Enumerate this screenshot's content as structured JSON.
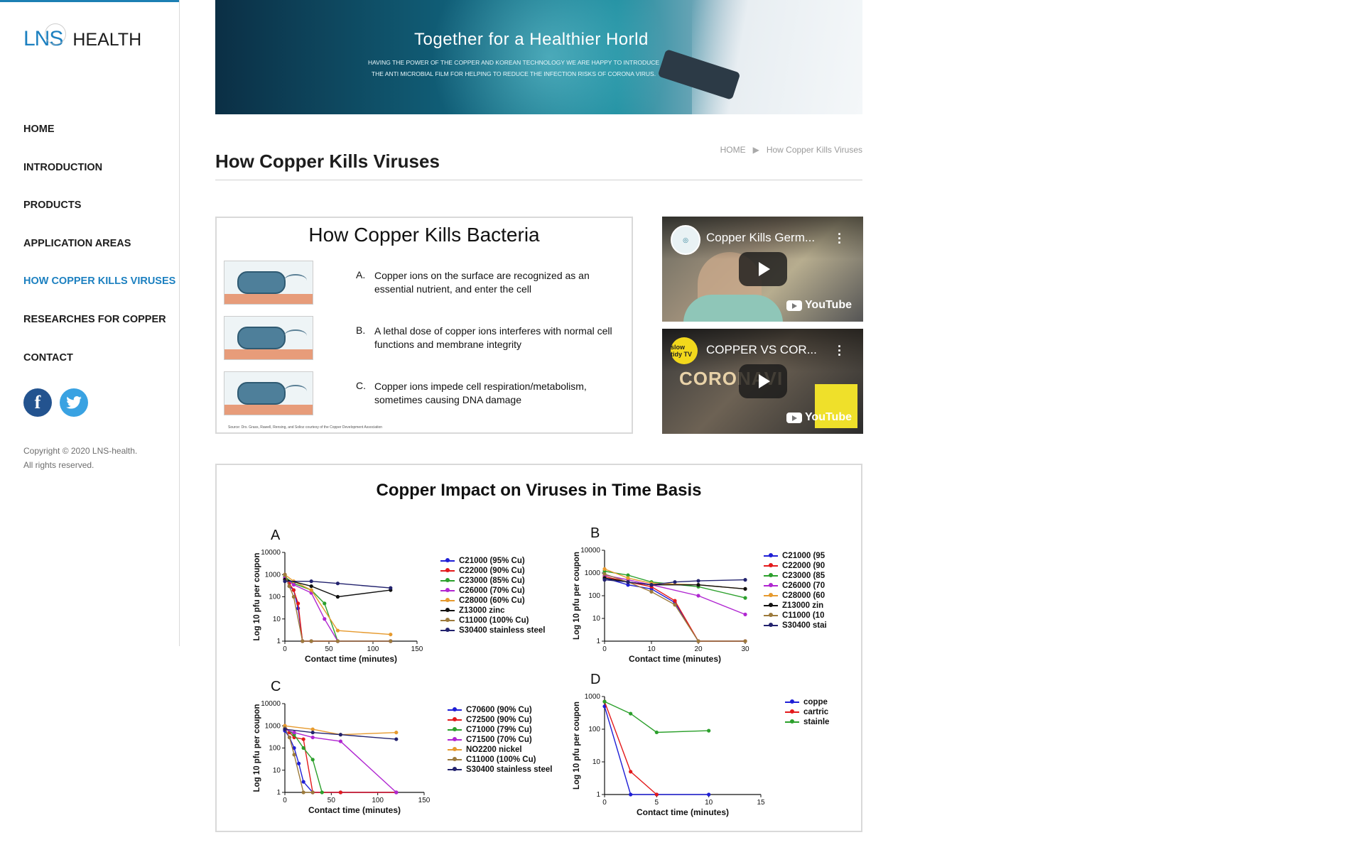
{
  "brand": {
    "name_part1": "LNS",
    "name_part2": "HEALTH"
  },
  "nav": {
    "items": [
      {
        "label": "HOME",
        "active": false
      },
      {
        "label": "INTRODUCTION",
        "active": false
      },
      {
        "label": "PRODUCTS",
        "active": false
      },
      {
        "label": "APPLICATION AREAS",
        "active": false
      },
      {
        "label": "HOW COPPER KILLS VIRUSES",
        "active": true
      },
      {
        "label": "RESEARCHES FOR COPPER",
        "active": false
      },
      {
        "label": "CONTACT",
        "active": false
      }
    ]
  },
  "social": [
    {
      "icon": "facebook-icon",
      "glyph": "f",
      "color": "#23538f"
    },
    {
      "icon": "twitter-icon",
      "color": "#39a2e2"
    }
  ],
  "copyright": {
    "line1": "Copyright © 2020 LNS-health.",
    "line2": "All rights reserved."
  },
  "banner": {
    "title": "Together for a Healthier Horld",
    "subtitle_line1": "HAVING THE POWER OF THE COPPER AND KOREAN TECHNOLOGY WE ARE HAPPY  TO INTRODUCE",
    "subtitle_line2": "THE ANTI MICROBIAL FILM FOR HELPING TO REDUCE THE INFECTION RISKS OF CORONA VIRUS."
  },
  "page": {
    "title": "How Copper Kills Viruses"
  },
  "breadcrumb": {
    "home": "HOME",
    "current": "How Copper Kills Viruses"
  },
  "infographic": {
    "title": "How Copper Kills Bacteria",
    "steps": [
      {
        "letter": "A.",
        "text": "Copper ions on the surface are recognized as an essential nutrient, and enter the cell"
      },
      {
        "letter": "B.",
        "text": "A lethal dose of copper ions interferes with normal cell functions and membrane integrity"
      },
      {
        "letter": "C.",
        "text": "Copper ions impede cell respiration/metabolism, sometimes causing DNA damage"
      }
    ],
    "source": "Source: Drs. Grass, Rawell, Rensing, and Solioz courtesy of the Copper Development Association"
  },
  "videos": [
    {
      "title": "Copper Kills Germ...",
      "channel_icon": "channel-logo-icon",
      "brand": "YouTube"
    },
    {
      "title": "COPPER VS COR...",
      "channel_icon": "channel-logo-icon",
      "channel_text": "slow tidy TV",
      "thumb_text": "CORONAVI",
      "brand": "YouTube"
    }
  ],
  "colors": {
    "accent": "#1c80c0",
    "blue": "#1f1fd6",
    "red": "#e31a1c",
    "green": "#2ca02c",
    "purple": "#b026d1",
    "orange": "#e69a2e",
    "black": "#111111",
    "olive": "#9c7a3c",
    "navy": "#22226e"
  },
  "chart_title": "Copper Impact on Viruses in Time Basis",
  "chart_data": [
    {
      "panel": "A",
      "type": "line",
      "log_y": true,
      "xlabel": "Contact time (minutes)",
      "ylabel": "Log 10 pfu per coupon",
      "xlim": [
        0,
        150
      ],
      "xticks": [
        0,
        50,
        100,
        150
      ],
      "ylim": [
        1,
        10000
      ],
      "yticks": [
        1,
        10,
        100,
        1000,
        10000
      ],
      "ytick_labels": [
        "1",
        "10",
        "100",
        "1000",
        "10000"
      ],
      "series": [
        {
          "name": "C21000 (95% Cu)",
          "color": "#1f1fd6",
          "x": [
            0,
            5,
            10,
            15,
            20,
            30,
            60,
            120
          ],
          "y": [
            1000,
            300,
            200,
            30,
            1,
            1,
            1,
            1
          ]
        },
        {
          "name": "C22000 (90% Cu)",
          "color": "#e31a1c",
          "x": [
            0,
            5,
            10,
            15,
            20,
            30,
            60,
            120
          ],
          "y": [
            1000,
            400,
            200,
            50,
            1,
            1,
            1,
            1
          ]
        },
        {
          "name": "C23000 (85% Cu)",
          "color": "#2ca02c",
          "x": [
            0,
            10,
            30,
            45,
            60,
            120
          ],
          "y": [
            800,
            400,
            200,
            50,
            1,
            1
          ]
        },
        {
          "name": "C26000 (70% Cu)",
          "color": "#b026d1",
          "x": [
            0,
            10,
            30,
            45,
            60,
            120
          ],
          "y": [
            700,
            350,
            150,
            10,
            1,
            1
          ]
        },
        {
          "name": "C28000 (60% Cu)",
          "color": "#e69a2e",
          "x": [
            0,
            10,
            30,
            60,
            120
          ],
          "y": [
            1000,
            500,
            200,
            3,
            2
          ]
        },
        {
          "name": "Z13000 zinc",
          "color": "#111111",
          "x": [
            0,
            30,
            60,
            120
          ],
          "y": [
            600,
            300,
            100,
            200
          ]
        },
        {
          "name": "C11000 (100% Cu)",
          "color": "#9c7a3c",
          "x": [
            0,
            5,
            10,
            20,
            30,
            60,
            120
          ],
          "y": [
            1000,
            300,
            100,
            1,
            1,
            1,
            1
          ]
        },
        {
          "name": "S30400 stainless steel",
          "color": "#22226e",
          "x": [
            0,
            30,
            60,
            120
          ],
          "y": [
            500,
            500,
            400,
            250
          ]
        }
      ]
    },
    {
      "panel": "B",
      "type": "line",
      "log_y": true,
      "xlabel": "Contact time (minutes)",
      "ylabel": "Log 10 pfu per coupon",
      "xlim": [
        0,
        30
      ],
      "xticks": [
        0,
        10,
        20,
        30
      ],
      "ylim": [
        1,
        10000
      ],
      "yticks": [
        1,
        10,
        100,
        1000,
        10000
      ],
      "ytick_labels": [
        "1",
        "10",
        "100",
        "1000",
        "10000"
      ],
      "series": [
        {
          "name": "C21000 (95",
          "color": "#1f1fd6",
          "x": [
            0,
            5,
            10,
            15,
            20,
            30
          ],
          "y": [
            600,
            300,
            200,
            50,
            1,
            1
          ]
        },
        {
          "name": "C22000 (90",
          "color": "#e31a1c",
          "x": [
            0,
            5,
            10,
            15,
            20,
            30
          ],
          "y": [
            700,
            400,
            250,
            60,
            1,
            1
          ]
        },
        {
          "name": "C23000 (85",
          "color": "#2ca02c",
          "x": [
            0,
            5,
            10,
            20,
            30
          ],
          "y": [
            1200,
            800,
            400,
            250,
            80
          ]
        },
        {
          "name": "C26000 (70",
          "color": "#b026d1",
          "x": [
            0,
            5,
            10,
            20,
            30
          ],
          "y": [
            800,
            500,
            300,
            100,
            15
          ]
        },
        {
          "name": "C28000 (60",
          "color": "#e69a2e",
          "x": [
            0,
            5,
            10,
            20,
            30
          ],
          "y": [
            1500,
            600,
            350,
            300,
            200
          ]
        },
        {
          "name": "Z13000 zin",
          "color": "#111111",
          "x": [
            0,
            5,
            10,
            20,
            30
          ],
          "y": [
            600,
            400,
            300,
            300,
            200
          ]
        },
        {
          "name": "C11000 (10",
          "color": "#9c7a3c",
          "x": [
            0,
            5,
            10,
            15,
            20,
            30
          ],
          "y": [
            900,
            400,
            150,
            40,
            1,
            1
          ]
        },
        {
          "name": "S30400 stai",
          "color": "#22226e",
          "x": [
            0,
            5,
            10,
            15,
            20,
            30
          ],
          "y": [
            500,
            400,
            300,
            400,
            450,
            500
          ]
        }
      ]
    },
    {
      "panel": "C",
      "type": "line",
      "log_y": true,
      "xlabel": "Contact time (minutes)",
      "ylabel": "Log 10 pfu per coupon",
      "xlim": [
        0,
        150
      ],
      "xticks": [
        0,
        50,
        100,
        150
      ],
      "ylim": [
        1,
        10000
      ],
      "yticks": [
        1,
        10,
        100,
        1000,
        10000
      ],
      "ytick_labels": [
        "1",
        "10",
        "100",
        "1000",
        "10000"
      ],
      "series": [
        {
          "name": "C70600 (90% Cu)",
          "color": "#1f1fd6",
          "x": [
            0,
            5,
            10,
            15,
            20,
            30,
            60,
            120
          ],
          "y": [
            600,
            300,
            100,
            20,
            3,
            1,
            1,
            1
          ]
        },
        {
          "name": "C72500 (90% Cu)",
          "color": "#e31a1c",
          "x": [
            0,
            5,
            10,
            20,
            30,
            60,
            120
          ],
          "y": [
            1000,
            500,
            300,
            250,
            1,
            1,
            1
          ]
        },
        {
          "name": "C71000 (79% Cu)",
          "color": "#2ca02c",
          "x": [
            0,
            10,
            20,
            30,
            40
          ],
          "y": [
            800,
            400,
            100,
            30,
            1
          ]
        },
        {
          "name": "C71500 (70% Cu)",
          "color": "#b026d1",
          "x": [
            0,
            10,
            30,
            60,
            120
          ],
          "y": [
            700,
            500,
            300,
            200,
            1
          ]
        },
        {
          "name": "NO2200 nickel",
          "color": "#e69a2e",
          "x": [
            0,
            30,
            60,
            120
          ],
          "y": [
            1000,
            700,
            400,
            500
          ]
        },
        {
          "name": "C11000 (100% Cu)",
          "color": "#9c7a3c",
          "x": [
            0,
            5,
            10,
            20,
            30
          ],
          "y": [
            800,
            300,
            50,
            1,
            1
          ]
        },
        {
          "name": "S30400 stainless steel",
          "color": "#22226e",
          "x": [
            0,
            30,
            60,
            120
          ],
          "y": [
            700,
            500,
            400,
            250
          ]
        }
      ]
    },
    {
      "panel": "D",
      "type": "line",
      "log_y": true,
      "xlabel": "Contact time (minutes)",
      "ylabel": "Log 10 pfu per coupon",
      "xlim": [
        0,
        15
      ],
      "xticks": [
        0,
        5,
        10,
        15
      ],
      "ylim": [
        1,
        1000
      ],
      "yticks": [
        1,
        10,
        100,
        1000
      ],
      "ytick_labels": [
        "1",
        "10",
        "100",
        "1000"
      ],
      "series": [
        {
          "name": "coppe",
          "color": "#1f1fd6",
          "x": [
            0,
            2.5,
            5,
            10
          ],
          "y": [
            500,
            1,
            1,
            1
          ]
        },
        {
          "name": "cartric",
          "color": "#e31a1c",
          "x": [
            0,
            2.5,
            5
          ],
          "y": [
            700,
            5,
            1
          ]
        },
        {
          "name": "stainle",
          "color": "#2ca02c",
          "x": [
            0,
            2.5,
            5,
            10
          ],
          "y": [
            700,
            300,
            80,
            90
          ]
        }
      ]
    }
  ]
}
